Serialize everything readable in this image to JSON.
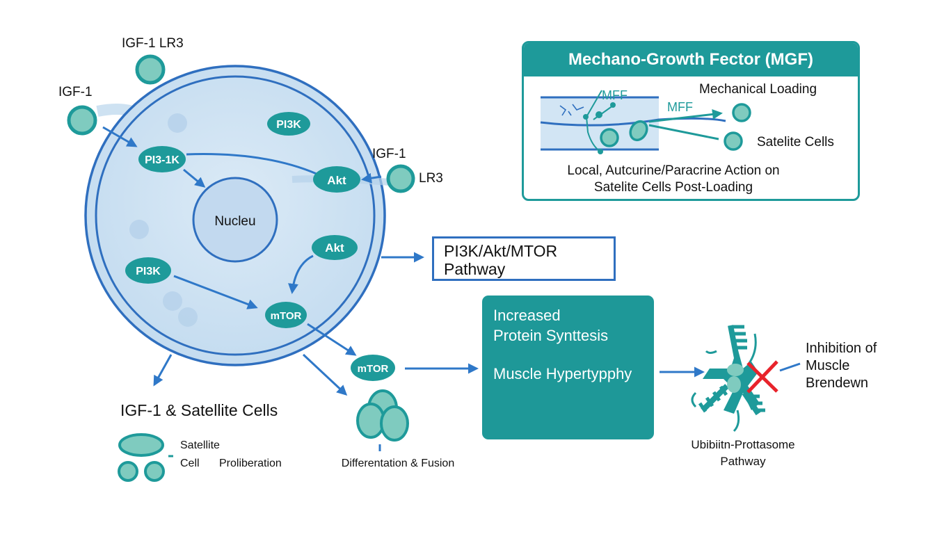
{
  "colors": {
    "teal": "#1e9a9a",
    "teal_light": "#7fcbbf",
    "cell_fill": "#cfe3f3",
    "cell_stroke": "#2f6fbf",
    "arrow": "#2f78c8",
    "inhibit_x": "#e8232b"
  },
  "ligands": {
    "igf1_lr3_top": "IGF-1 LR3",
    "igf1_left": "IGF-1",
    "igf1_right_top": "IGF-1",
    "igf1_right_side": "LR3"
  },
  "cell": {
    "nodes": {
      "pi3_1k": "PI3-1K",
      "pi3k_top": "PI3K",
      "akt_membrane": "Akt",
      "nucleus": "Nucleu",
      "akt_inner": "Akt",
      "pi3k_lower": "PI3K",
      "mtor_inner": "mTOR"
    }
  },
  "outside": {
    "mtor_out": "mTOR",
    "satellite_title": "IGF-1 & Satellite Cells",
    "satellite_line1": "Satellite",
    "satellite_line2a": "Cell",
    "satellite_line2b": "Proliberation",
    "differentiation": "Differentation & Fusion"
  },
  "pathway_box": {
    "line1": "PI3K/Akt/MTOR",
    "line2": "Pathway"
  },
  "protein_box": {
    "line1": "Increased",
    "line2": "Protein Synttesis",
    "line3": "Muscle Hypertypphy"
  },
  "ubiquitin": {
    "label_line1": "Ubibiitn-Prottasome",
    "label_line2": "Pathway",
    "inhibition_line1": "Inhibition of",
    "inhibition_line2": "Muscle",
    "inhibition_line3": "Brendewn"
  },
  "mgf": {
    "title": "Mechano-Growth Fector (MGF)",
    "mff_left": "MFF",
    "mff_right": "MFF",
    "mechanical_loading": "Mechanical Loading",
    "satellite_cells": "Satelite Cells",
    "caption_line1": "Local, Autcurine/Paracrine Action on",
    "caption_line2": "Satelite Cells Post-Loading"
  }
}
